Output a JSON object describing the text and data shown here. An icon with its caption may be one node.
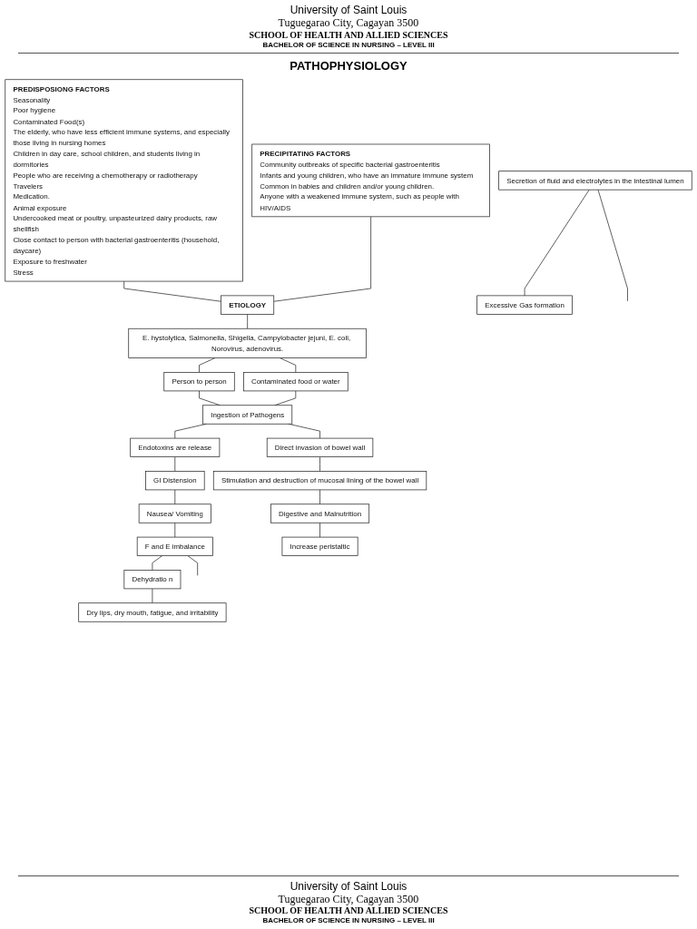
{
  "diagram": {
    "title": "PATHOPHYSIOLOGY",
    "nodes": [
      {
        "text": [
          "PREDISPOSIONG FACTORS",
          "Seasonality",
          "Poor hygiene",
          "Contaminated Food(s)",
          "The elderly, who have less efficient immune systems, and especially those living in nursing homes",
          "Children in day care, school children, and students living in dormitories",
          "People who are receiving a chemotherapy or radiotherapy",
          "Travelers",
          "Medication.",
          "Animal exposure",
          "Undercooked meat or poultry, unpasteurized dairy products, raw shellfish",
          "Close contact to person with bacterial gastroenteritis (household, daycare)",
          "Exposure to freshwater",
          "Stress"
        ]
      },
      {
        "text": [
          "PRECIPITATING FACTORS",
          "Community outbreaks of specific bacterial gastroenteritis",
          "Infants and young children, who have an immature immune system",
          "Common in babies and children and/or young children.",
          "Anyone with a weakened immune system, such as people with HIV/AIDS"
        ]
      },
      {
        "text": [
          "ETIOLOGY"
        ]
      },
      {
        "text": [
          "E. hystolytica, Salmonella, Shigella, Campylobacter jejuni, E. coli, Norovirus, adenovirus."
        ]
      },
      {
        "text": [
          "Person to person"
        ]
      },
      {
        "text": [
          "Contaminated food or water"
        ]
      },
      {
        "text": [
          "Ingestion of Pathogens"
        ]
      },
      {
        "text": [
          "Direct invasion of bowel wall"
        ]
      },
      {
        "text": [
          "Endotoxins are release"
        ]
      },
      {
        "text": [
          "GI Distension"
        ]
      },
      {
        "text": [
          "Nausea/ Vomiting"
        ]
      },
      {
        "text": [
          "Stimulation and destruction of mucosal lining of the bowel wall"
        ]
      },
      {
        "text": [
          "F and E imbalance"
        ]
      },
      {
        "text": [
          "Dehydratio n"
        ]
      },
      {
        "text": [
          "Digestive and Malnutrition"
        ]
      },
      {
        "text": [
          "Dry lips, dry mouth, fatigue, and irritability"
        ]
      },
      {
        "text": [
          "Secretion of fluid and electrolytes in the intestinal lumen"
        ]
      },
      {
        "text": [
          "Excessive Gas formation"
        ]
      },
      {
        "text": [
          "Increase peristaltic"
        ]
      }
    ],
    "edges": [
      {
        "from": 0,
        "to": 2,
        "arrow": "none"
      },
      {
        "from": 1,
        "to": 2,
        "arrow": "none"
      },
      {
        "from": 2,
        "to": 3,
        "arrow": "none"
      },
      {
        "from": 3,
        "to": 4,
        "arrow": "none"
      },
      {
        "from": 3,
        "to": 5,
        "arrow": "none"
      },
      {
        "from": 4,
        "to": 6,
        "arrow": "none"
      },
      {
        "from": 5,
        "to": 6,
        "arrow": "none"
      },
      {
        "from": 6,
        "to": 7,
        "arrow": "none"
      },
      {
        "from": 6,
        "to": 8,
        "arrow": "none"
      },
      {
        "from": 8,
        "to": 9,
        "arrow": "none"
      },
      {
        "from": 9,
        "to": 10,
        "arrow": "none"
      },
      {
        "from": 10,
        "to": 12,
        "arrow": "none"
      },
      {
        "from": 7,
        "to": 11,
        "arrow": "none"
      },
      {
        "from": 11,
        "to": 14,
        "arrow": "none"
      },
      {
        "from": 12,
        "to": 13,
        "arrow": "none"
      },
      {
        "from": 13,
        "to": 15,
        "arrow": "none"
      },
      {
        "from": 14,
        "to": 18,
        "arrow": "none"
      },
      {
        "from": 16,
        "to": 17,
        "arrow": "none"
      },
      {
        "from": 16,
        "to": null,
        "arrow": "none"
      },
      {
        "from": 12,
        "to": null,
        "arrow": "none"
      }
    ],
    "labels": [
      "University of Saint Louis",
      "Tuguegarao City, Cagayan 3500",
      "SCHOOL OF HEALTH AND ALLIED SCIENCES",
      "BACHELOR OF SCIENCE IN NURSING – LEVEL III",
      "University of Saint Louis",
      "Tuguegarao City, Cagayan 3500",
      "SCHOOL OF HEALTH AND ALLIED SCIENCES",
      "BACHELOR OF SCIENCE IN NURSING – LEVEL III"
    ]
  }
}
